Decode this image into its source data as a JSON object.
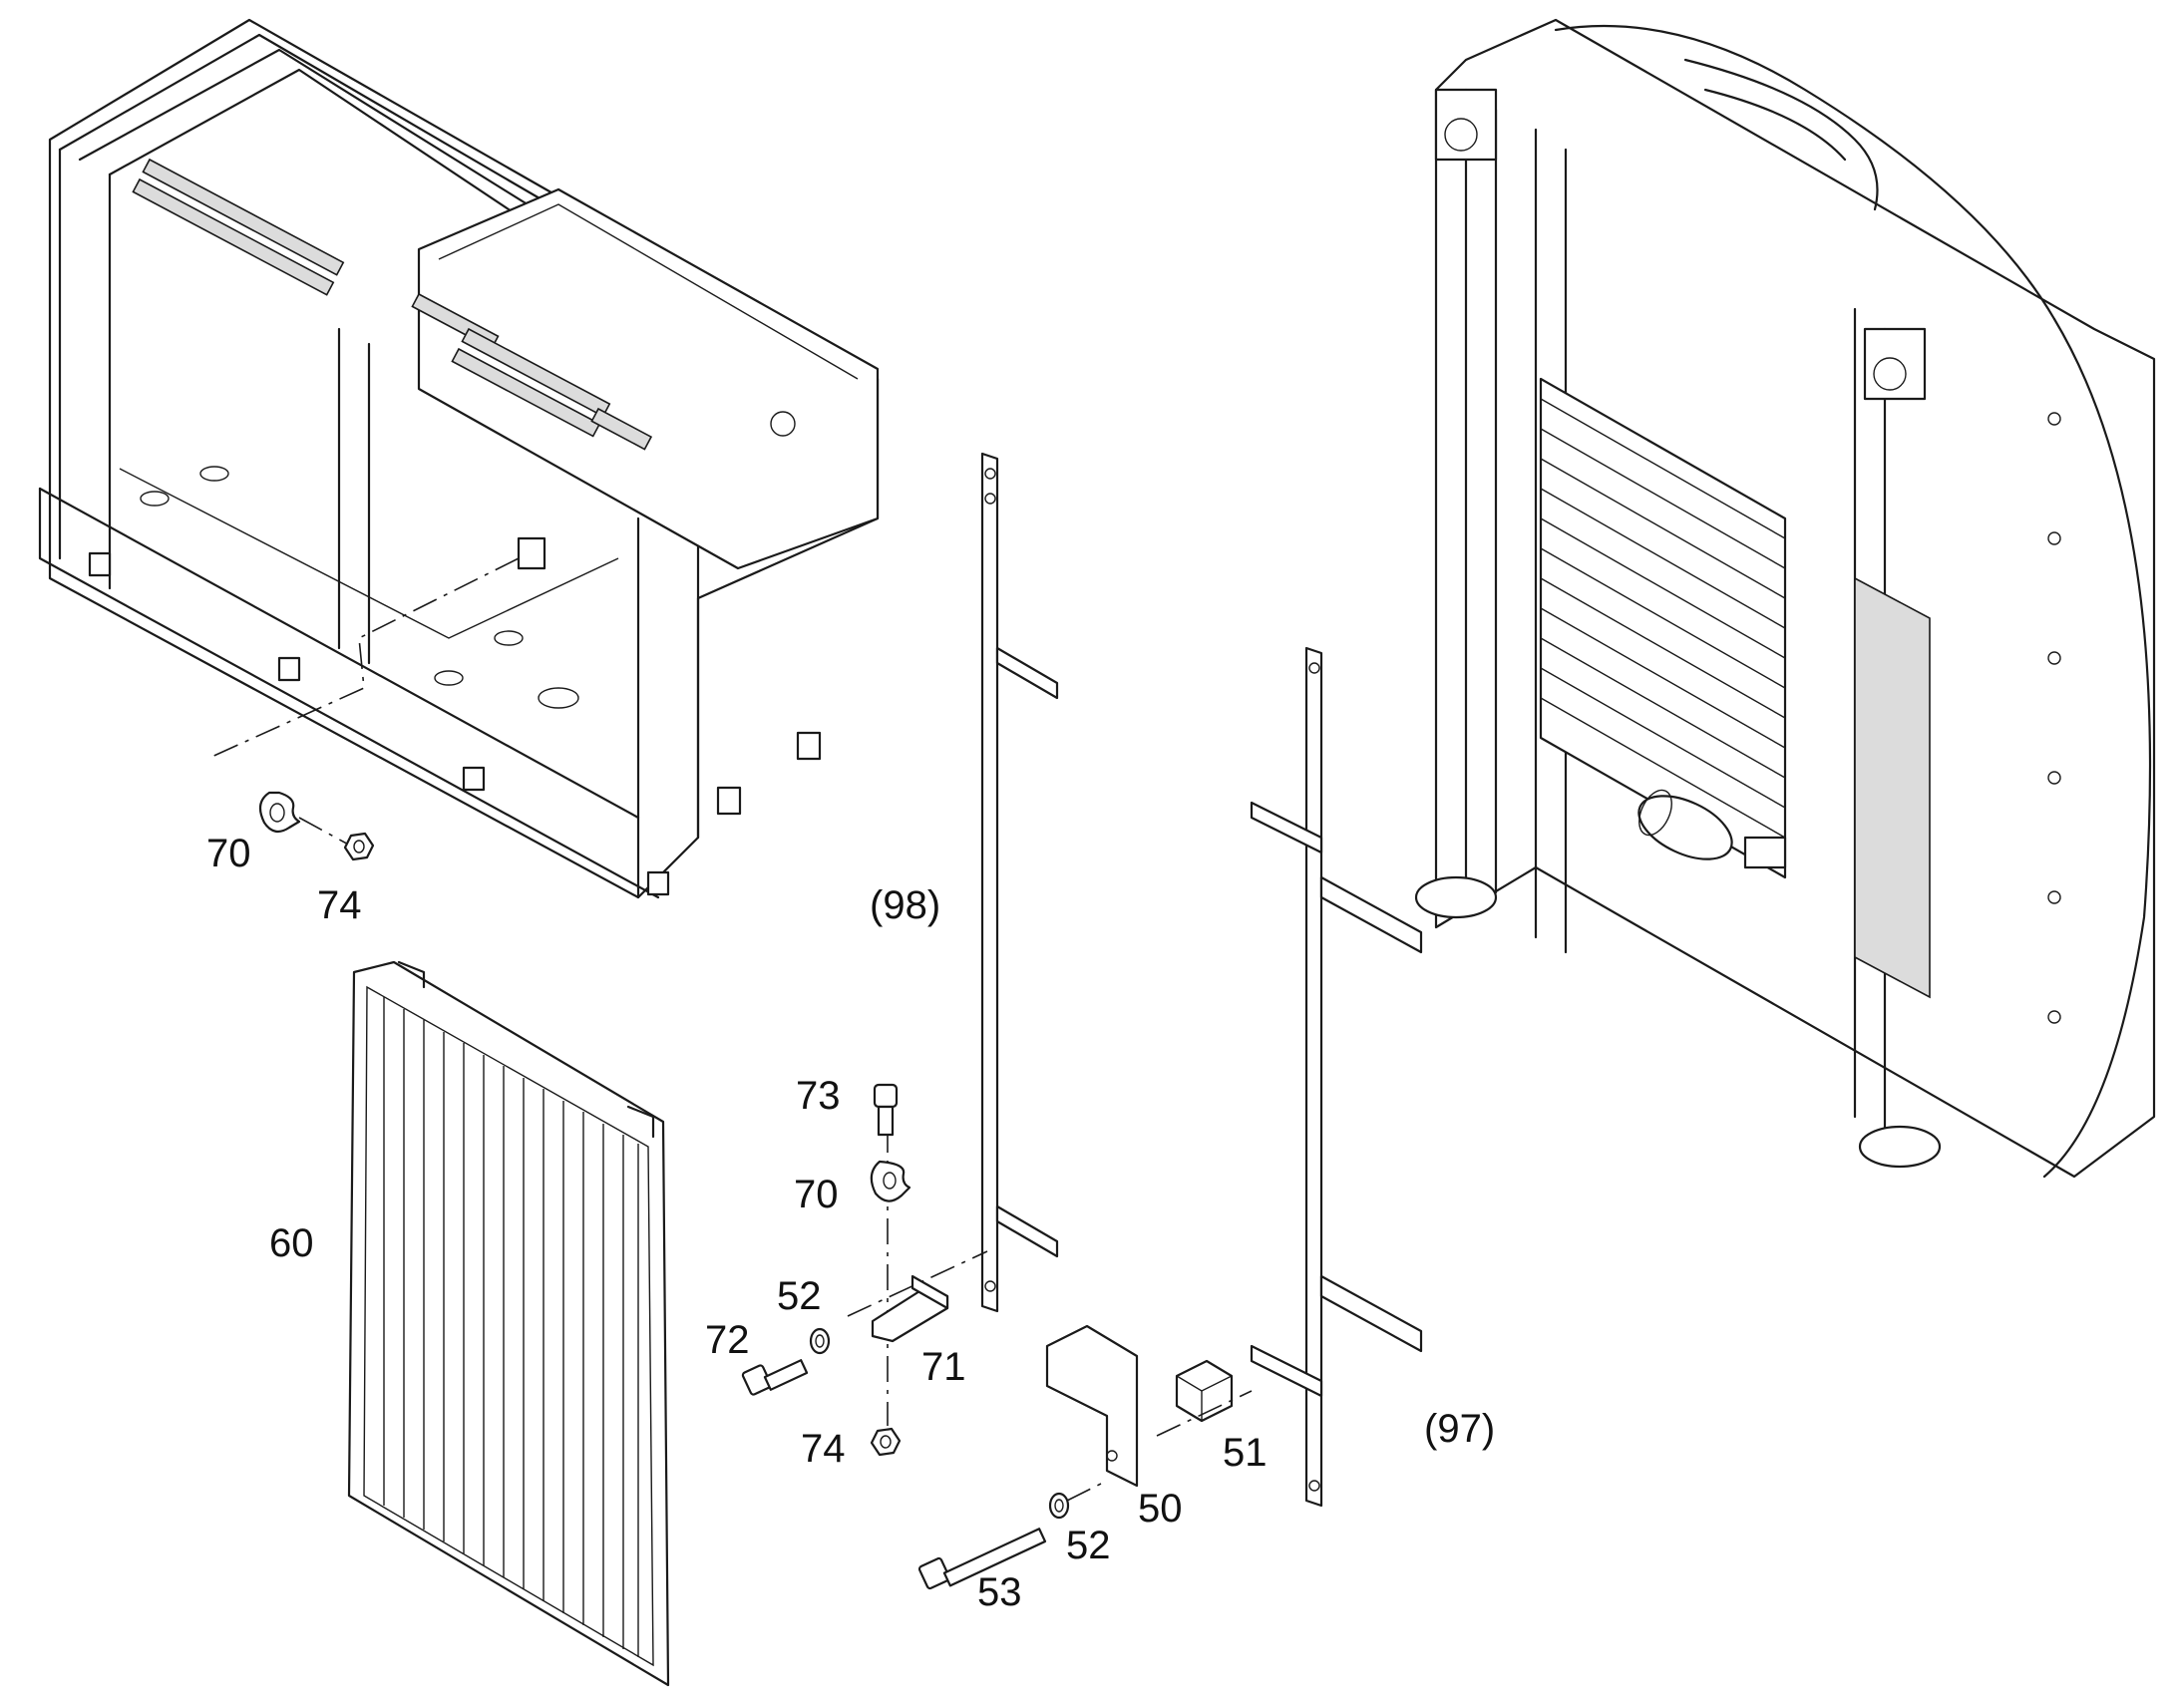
{
  "callouts": {
    "c70_top": "70",
    "c74_top": "74",
    "c98": "(98)",
    "c60": "60",
    "c73": "73",
    "c70_mid": "70",
    "c52_left": "52",
    "c72": "72",
    "c71": "71",
    "c74_bottom": "74",
    "c50": "50",
    "c51": "51",
    "c97": "(97)",
    "c52_bottom": "52",
    "c53": "53"
  }
}
